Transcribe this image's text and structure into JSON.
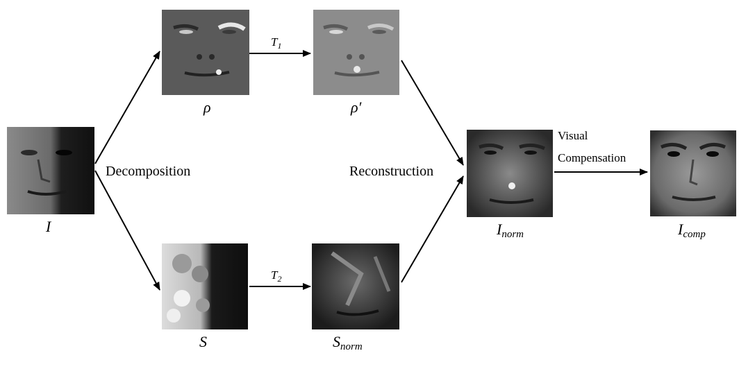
{
  "nodes": {
    "I": {
      "sym": "I"
    },
    "rho": {
      "sym": "ρ"
    },
    "rho2": {
      "sym": "ρ′"
    },
    "S": {
      "sym": "S"
    },
    "Snorm": {
      "sym": "S",
      "sub": "norm"
    },
    "Inorm": {
      "sym": "I",
      "sub": "norm"
    },
    "Icomp": {
      "sym": "I",
      "sub": "comp"
    }
  },
  "edges": {
    "t1": {
      "sym": "T",
      "sub": "1"
    },
    "t2": {
      "sym": "T",
      "sub": "2"
    },
    "decomposition": "Decomposition",
    "reconstruction": "Reconstruction",
    "visual_compensation": [
      "Visual",
      "Compensation"
    ]
  },
  "colors": {
    "rho_bg": "#5a5a5a",
    "rho2_bg": "#8c8c8c",
    "S_light": "#d8d8d8",
    "S_dark": "#141414",
    "face_mid": "#6e6e6e",
    "arrow": "#000000"
  }
}
